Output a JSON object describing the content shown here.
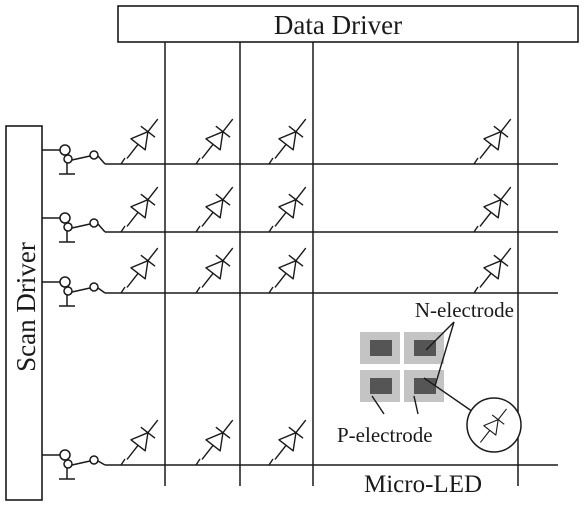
{
  "data_driver": {
    "label": "Data Driver"
  },
  "scan_driver": {
    "label": "Scan Driver"
  },
  "pixel_inset": {
    "n_electrode_label": "N-electrode",
    "p_electrode_label": "P-electrode",
    "micro_led_label": "Micro-LED"
  },
  "colors": {
    "line": "#1a1a1a",
    "electrode_dark": "#555555",
    "electrode_light": "#c4c4c4"
  }
}
